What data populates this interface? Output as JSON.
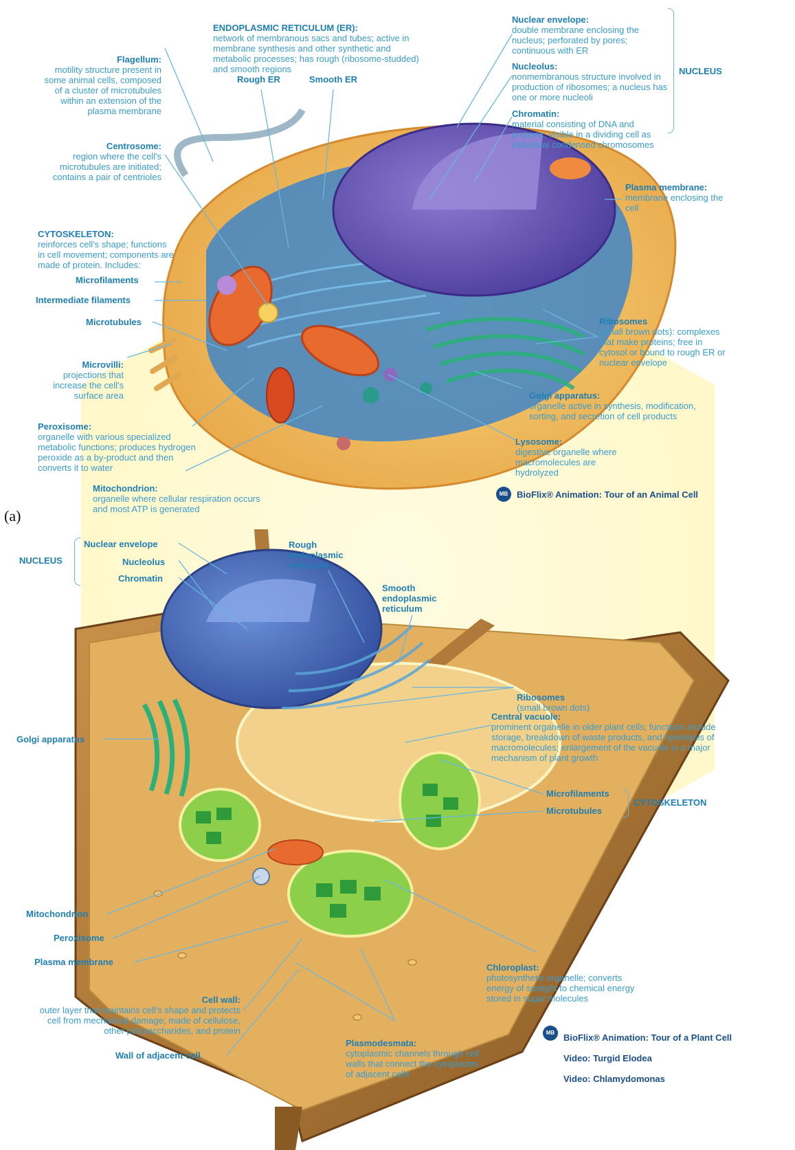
{
  "panel_label": "(a)",
  "animal": {
    "er": {
      "title": "ENDOPLASMIC RETICULUM (ER):",
      "desc": "network of membranous sacs and tubes; active in membrane synthesis and other synthetic and metabolic processes; has rough (ribosome-studded) and smooth regions"
    },
    "rough_er": "Rough ER",
    "smooth_er": "Smooth ER",
    "nuclear_envelope": {
      "title": "Nuclear envelope:",
      "desc": "double membrane enclosing the nucleus; perforated by pores; continuous with ER"
    },
    "nucleolus": {
      "title": "Nucleolus:",
      "desc": "nonmembranous structure involved in production of ribosomes; a nucleus has one or more nucleoli"
    },
    "chromatin": {
      "title": "Chromatin:",
      "desc": "material consisting of DNA and proteins; visible in a dividing cell as individual condensed chromosomes"
    },
    "nucleus_tag": "NUCLEUS",
    "flagellum": {
      "title": "Flagellum:",
      "desc": "motility structure present in some animal cells, composed of a cluster of microtubules within an extension of the plasma membrane"
    },
    "centrosome": {
      "title": "Centrosome:",
      "desc": "region where the cell's microtubules are initiated; contains a pair of centrioles"
    },
    "plasma_membrane": {
      "title": "Plasma membrane:",
      "desc": "membrane enclosing the cell"
    },
    "cytoskeleton": {
      "title": "CYTOSKELETON:",
      "desc": "reinforces cell's shape; functions in cell movement; components are made of protein. Includes:"
    },
    "microfilaments": "Microfilaments",
    "intermediate_filaments": "Intermediate filaments",
    "microtubules": "Microtubules",
    "microvilli": {
      "title": "Microvilli:",
      "desc": "projections that increase the cell's surface area"
    },
    "ribosomes": {
      "title": "Ribosomes",
      "desc": "(small brown dots): complexes that make proteins; free in cytosol or bound to rough ER or nuclear envelope"
    },
    "golgi": {
      "title": "Golgi apparatus:",
      "desc": "organelle active in synthesis, modification, sorting, and secretion of cell products"
    },
    "peroxisome": {
      "title": "Peroxisome:",
      "desc": "organelle with various specialized metabolic functions; produces hydrogen peroxide as a by-product and then converts it to water"
    },
    "lysosome": {
      "title": "Lysosome:",
      "desc": "digestive organelle where macromolecules are hydrolyzed"
    },
    "mitochondrion": {
      "title": "Mitochondrion:",
      "desc": "organelle where cellular respiration occurs and most ATP is generated"
    },
    "bioflix": "BioFlix® Animation: Tour of an Animal Cell"
  },
  "plant": {
    "nucleus_tag": "NUCLEUS",
    "nuclear_envelope": "Nuclear envelope",
    "nucleolus": "Nucleolus",
    "chromatin": "Chromatin",
    "rough_er": "Rough endoplasmic reticulum",
    "smooth_er": "Smooth endoplasmic reticulum",
    "ribosomes": {
      "title": "Ribosomes",
      "desc": "(small brown dots)"
    },
    "central_vacuole": {
      "title": "Central vacuole:",
      "desc": "prominent organelle in older plant cells; functions include storage, breakdown of waste products, and hydrolysis of macromolecules; enlargement of the vacuole is a major mechanism of plant growth"
    },
    "golgi": "Golgi apparatus",
    "microfilaments": "Microfilaments",
    "microtubules": "Microtubules",
    "cytoskeleton_tag": "CYTOSKELETON",
    "mitochondrion": "Mitochondrion",
    "peroxisome": "Peroxisome",
    "plasma_membrane": "Plasma membrane",
    "chloroplast": {
      "title": "Chloroplast:",
      "desc": "photosynthetic organelle; converts energy of sunlight to chemical energy stored in sugar molecules"
    },
    "cell_wall": {
      "title": "Cell wall:",
      "desc": "outer layer that maintains cell's shape and protects cell from mechanical damage; made of cellulose, other polysaccharides, and protein"
    },
    "wall_adjacent": "Wall of adjacent cell",
    "plasmodesmata": {
      "title": "Plasmodesmata:",
      "desc": "cytoplasmic channels through cell walls that connect the cytoplasms of adjacent cells"
    },
    "bioflix": "BioFlix® Animation: Tour of a Plant Cell",
    "video1": "Video: Turgid Elodea",
    "video2": "Video: Chlamydomonas",
    "bio_icon": "MB"
  }
}
